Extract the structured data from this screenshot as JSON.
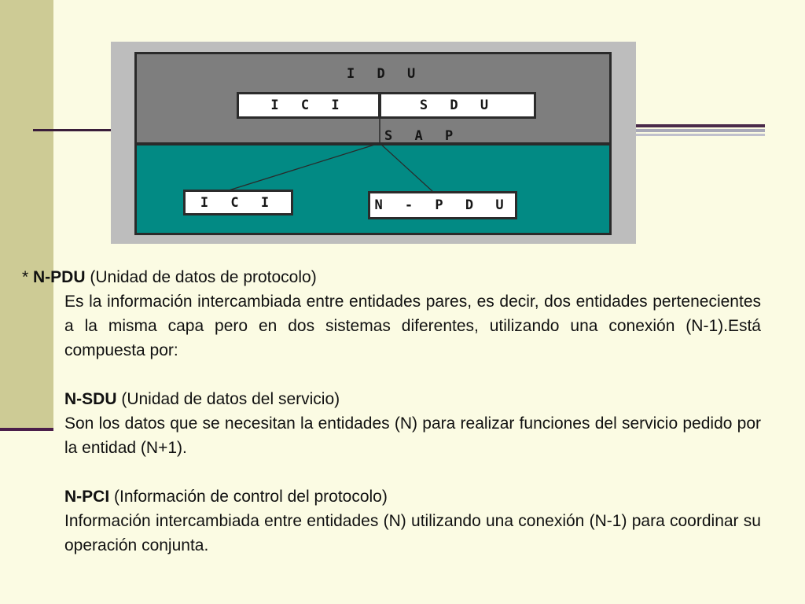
{
  "diagram": {
    "idu_label": "I D U",
    "ici_top_label": "I C I",
    "sdu_label": "S D U",
    "sap_label": "S A P",
    "ici_bottom_label": "I C I",
    "npdu_label": "N - P D U"
  },
  "sections": {
    "npdu": {
      "bullet": "* ",
      "term": "N-PDU",
      "expansion": " (Unidad de datos de protocolo)",
      "description": "Es la información intercambiada entre entidades pares, es decir, dos entidades pertenecientes a la misma capa pero en dos sistemas diferentes, utilizando una conexión (N-1).Está compuesta por:"
    },
    "nsdu": {
      "term": "N-SDU",
      "expansion": " (Unidad de datos del servicio)",
      "description": "Son los datos que se necesitan la entidades (N) para realizar funciones del servicio pedido por la entidad (N+1)."
    },
    "npci": {
      "term": "N-PCI",
      "expansion": " (Información de control del protocolo)",
      "description": "Información intercambiada entre entidades (N) utilizando una conexión (N-1) para coordinar su operación conjunta."
    }
  }
}
